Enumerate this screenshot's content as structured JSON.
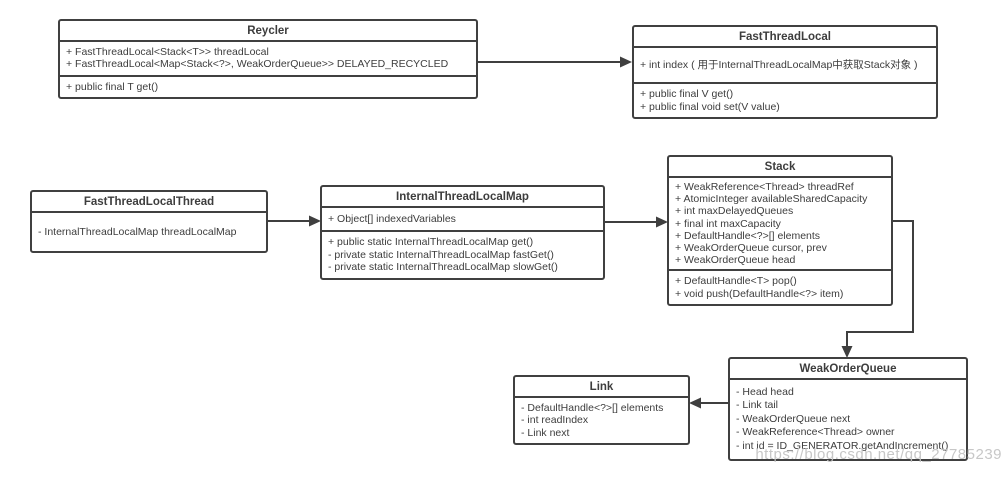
{
  "diagram": {
    "type": "uml-class-diagram",
    "watermark": "https://blog.csdn.net/qq_27785239"
  },
  "classes": {
    "recycler": {
      "title": "Reycler",
      "attributes": [
        "+ FastThreadLocal<Stack<T>> threadLocal",
        "+ FastThreadLocal<Map<Stack<?>, WeakOrderQueue>> DELAYED_RECYCLED"
      ],
      "methods": [
        "+ public final T get()"
      ]
    },
    "fast_thread_local": {
      "title": "FastThreadLocal",
      "attributes": [
        "+ int index ( 用于InternalThreadLocalMap中获取Stack对象 )"
      ],
      "methods": [
        "+ public final V get()",
        "+ public final void set(V value)"
      ]
    },
    "fast_thread_local_thread": {
      "title": "FastThreadLocalThread",
      "attributes": [
        "- InternalThreadLocalMap threadLocalMap"
      ]
    },
    "internal_thread_local_map": {
      "title": "InternalThreadLocalMap",
      "attributes": [
        "+ Object[] indexedVariables"
      ],
      "methods": [
        "+ public static InternalThreadLocalMap get()",
        "-  private static InternalThreadLocalMap fastGet()",
        "-  private static InternalThreadLocalMap slowGet()"
      ]
    },
    "stack": {
      "title": "Stack",
      "attributes": [
        "+ WeakReference<Thread> threadRef",
        "+ AtomicInteger availableSharedCapacity",
        "+ int maxDelayedQueues",
        "+ final int maxCapacity",
        "+ DefaultHandle<?>[] elements",
        "+ WeakOrderQueue cursor, prev",
        "+ WeakOrderQueue head"
      ],
      "methods": [
        "+ DefaultHandle<T> pop()",
        "+ void push(DefaultHandle<?> item)"
      ]
    },
    "weak_order_queue": {
      "title": "WeakOrderQueue",
      "attributes": [
        "- Head head",
        "- Link tail",
        "- WeakOrderQueue next",
        "- WeakReference<Thread> owner",
        "- int id = ID_GENERATOR.getAndIncrement()"
      ]
    },
    "link": {
      "title": "Link",
      "attributes": [
        "- DefaultHandle<?>[] elements",
        "- int readIndex",
        "- Link next"
      ]
    }
  },
  "relations": [
    {
      "from": "Reycler",
      "to": "FastThreadLocal"
    },
    {
      "from": "FastThreadLocalThread",
      "to": "InternalThreadLocalMap"
    },
    {
      "from": "InternalThreadLocalMap",
      "to": "Stack"
    },
    {
      "from": "Stack",
      "to": "WeakOrderQueue"
    },
    {
      "from": "WeakOrderQueue",
      "to": "Link"
    }
  ],
  "colors": {
    "border": "#404040",
    "text": "#3d3d3d",
    "background": "#ffffff",
    "watermark": "#c1c1c1"
  }
}
